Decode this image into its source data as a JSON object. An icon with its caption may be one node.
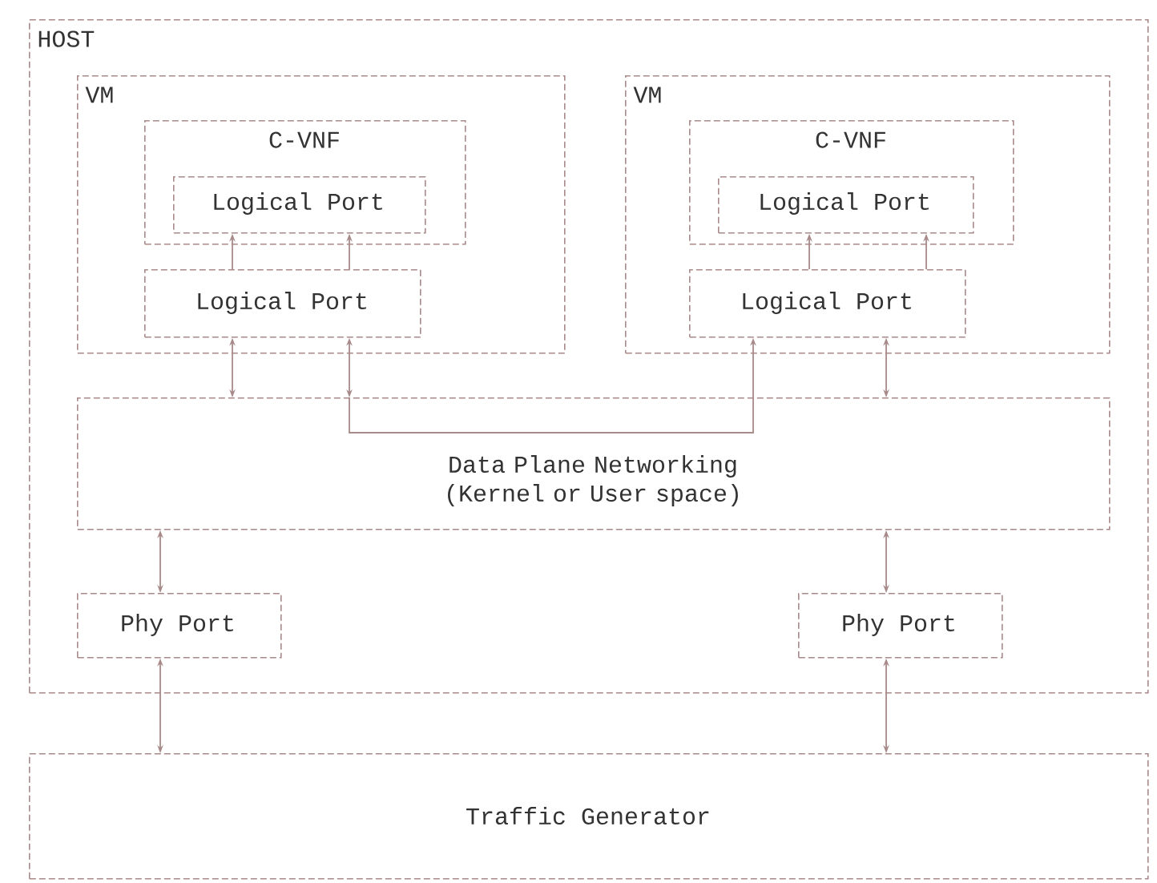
{
  "diagram": {
    "nodes": [
      {
        "text": [
          "HOST"
        ]
      },
      {
        "text": [
          "VM"
        ],
        "in": 0
      },
      {
        "text": [
          "C-VNF"
        ],
        "in": 1
      },
      {
        "text": [
          "Logical Port"
        ],
        "in": 2
      },
      {
        "text": [
          "Logical Port"
        ],
        "in": 1
      },
      {
        "text": [
          "VM"
        ],
        "in": 0
      },
      {
        "text": [
          "C-VNF"
        ],
        "in": 5
      },
      {
        "text": [
          "Logical Port"
        ],
        "in": 6
      },
      {
        "text": [
          "Logical Port"
        ],
        "in": 5
      },
      {
        "text": [
          "Data Plane Networking (Kernel or User space)"
        ],
        "in": 0
      },
      {
        "text": [
          "Phy Port"
        ],
        "in": 0
      },
      {
        "text": [
          "Phy Port"
        ],
        "in": 0
      },
      {
        "text": [
          "Traffic Generator"
        ]
      }
    ],
    "edges": [
      {
        "from": 4,
        "to": 3,
        "arrow": "to"
      },
      {
        "from": 4,
        "to": 3,
        "arrow": "to"
      },
      {
        "from": 8,
        "to": 7,
        "arrow": "to"
      },
      {
        "from": 8,
        "to": 7,
        "arrow": "to"
      },
      {
        "from": 4,
        "to": 9,
        "arrow": "both"
      },
      {
        "from": 4,
        "to": 9,
        "arrow": "both"
      },
      {
        "from": 9,
        "to": 8,
        "arrow": "to"
      },
      {
        "from": 8,
        "to": 9,
        "arrow": "both"
      },
      {
        "from": 9,
        "to": 10,
        "arrow": "both"
      },
      {
        "from": 9,
        "to": 11,
        "arrow": "both"
      },
      {
        "from": 10,
        "to": 12,
        "arrow": "both"
      },
      {
        "from": 11,
        "to": 12,
        "arrow": "both"
      }
    ]
  }
}
